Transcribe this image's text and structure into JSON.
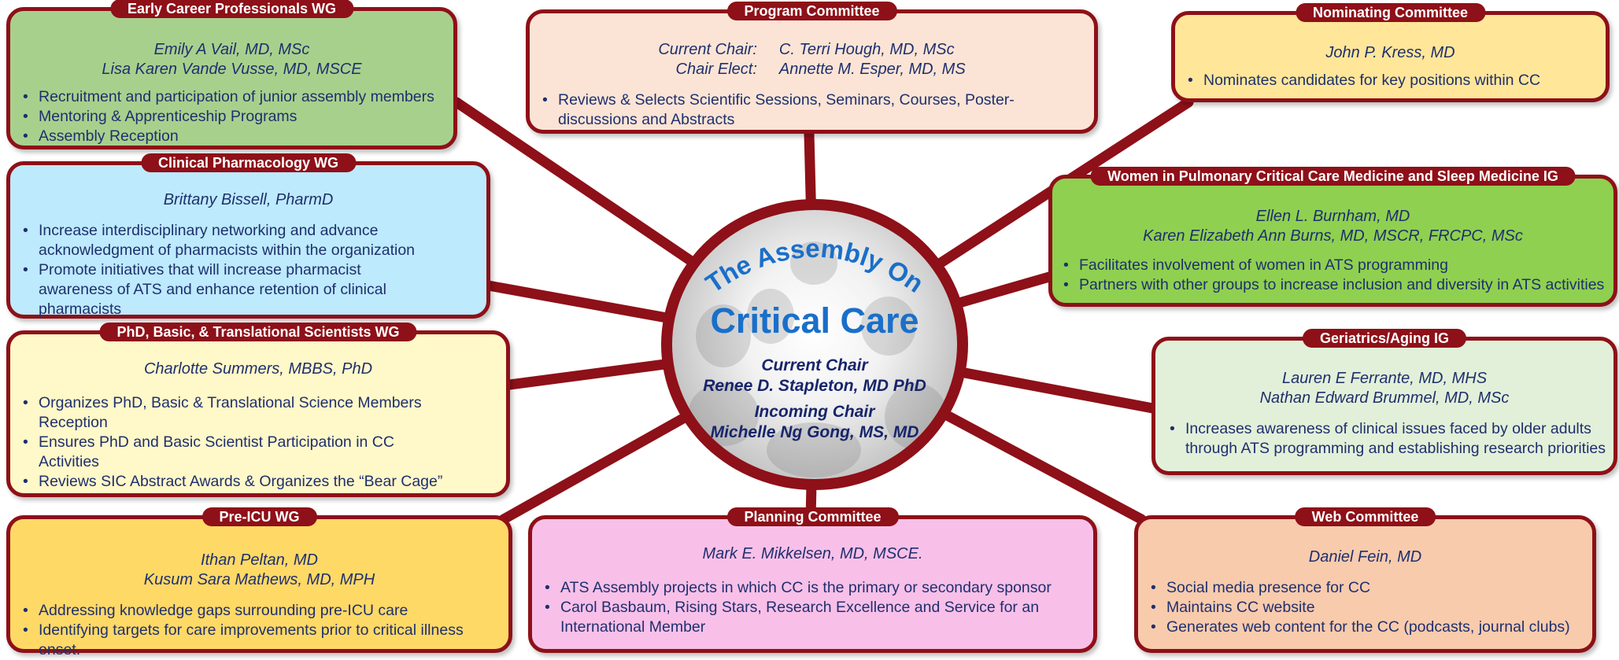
{
  "center": {
    "arc_title": "The Assembly On",
    "title": "Critical Care",
    "current_chair_label": "Current Chair",
    "current_chair_name": "Renee D. Stapleton, MD PhD",
    "incoming_chair_label": "Incoming Chair",
    "incoming_chair_name": "Michelle Ng Gong, MS, MD"
  },
  "boxes": {
    "early_career": {
      "title": "Early Career Professionals WG",
      "names": [
        "Emily A Vail, MD, MSc",
        "Lisa Karen Vande Vusse, MD, MSCE"
      ],
      "items": [
        "Recruitment and participation of junior assembly members",
        "Mentoring & Apprenticeship Programs",
        "Assembly Reception"
      ]
    },
    "program": {
      "title": "Program Committee",
      "chairs": [
        {
          "label": "Current Chair:",
          "name": "C. Terri Hough, MD, MSc"
        },
        {
          "label": "Chair Elect:",
          "name": "Annette M. Esper, MD, MS"
        }
      ],
      "items": [
        "Reviews & Selects Scientific Sessions, Seminars, Courses, Poster-discussions and Abstracts"
      ]
    },
    "nominating": {
      "title": "Nominating Committee",
      "names": [
        "John P. Kress, MD"
      ],
      "items": [
        "Nominates candidates for key positions within CC"
      ]
    },
    "clin_pharm": {
      "title": "Clinical Pharmacology WG",
      "names": [
        "Brittany Bissell, PharmD"
      ],
      "items": [
        "Increase interdisciplinary networking and advance acknowledgment of pharmacists within the organization",
        "Promote initiatives that will increase pharmacist awareness of ATS and enhance retention of clinical pharmacists"
      ]
    },
    "women": {
      "title": "Women in Pulmonary Critical Care Medicine and Sleep Medicine IG",
      "names": [
        "Ellen L. Burnham, MD",
        "Karen Elizabeth Ann Burns, MD, MSCR, FRCPC, MSc"
      ],
      "items": [
        "Facilitates involvement of women in ATS programming",
        "Partners with other groups to increase inclusion and diversity in ATS activities"
      ]
    },
    "phd": {
      "title": "PhD, Basic, & Translational Scientists WG",
      "names": [
        "Charlotte Summers, MBBS, PhD"
      ],
      "items": [
        "Organizes  PhD, Basic & Translational Science Members Reception",
        "Ensures PhD and Basic Scientist Participation in CC Activities",
        "Reviews SIC Abstract Awards & Organizes the “Bear Cage”"
      ]
    },
    "geriatrics": {
      "title": "Geriatrics/Aging IG",
      "names": [
        "Lauren E Ferrante, MD, MHS",
        "Nathan Edward Brummel, MD, MSc"
      ],
      "items": [
        "Increases awareness of clinical issues faced by older adults through ATS programming and establishing research priorities"
      ]
    },
    "pre_icu": {
      "title": "Pre-ICU WG",
      "names": [
        "Ithan Peltan, MD",
        "Kusum Sara Mathews, MD, MPH"
      ],
      "items": [
        "Addressing knowledge gaps surrounding pre-ICU care",
        "Identifying targets for care improvements prior to critical illness onset."
      ]
    },
    "planning": {
      "title": "Planning Committee",
      "names": [
        "Mark E. Mikkelsen, MD, MSCE."
      ],
      "items": [
        "ATS Assembly projects in which CC is the primary or secondary sponsor",
        "Carol Basbaum, Rising Stars, Research Excellence and Service for an International Member"
      ]
    },
    "web": {
      "title": "Web Committee",
      "names": [
        "Daniel Fein, MD"
      ],
      "items": [
        "Social media presence for CC",
        "Maintains CC website",
        "Generates web content for the CC (podcasts, journal clubs)"
      ]
    }
  },
  "colors": {
    "border": "#8e1018",
    "text": "#1f2f6e",
    "title_blue": "#1a6fc9",
    "early_career": "#a8d08d",
    "program": "#fbe4d5",
    "nominating": "#ffe699",
    "clin_pharm": "#bdeafc",
    "women": "#8fd050",
    "phd": "#fff8c8",
    "geriatrics": "#e2f0d9",
    "pre_icu": "#ffd966",
    "planning": "#f8c0e8",
    "web": "#f8cbad"
  }
}
